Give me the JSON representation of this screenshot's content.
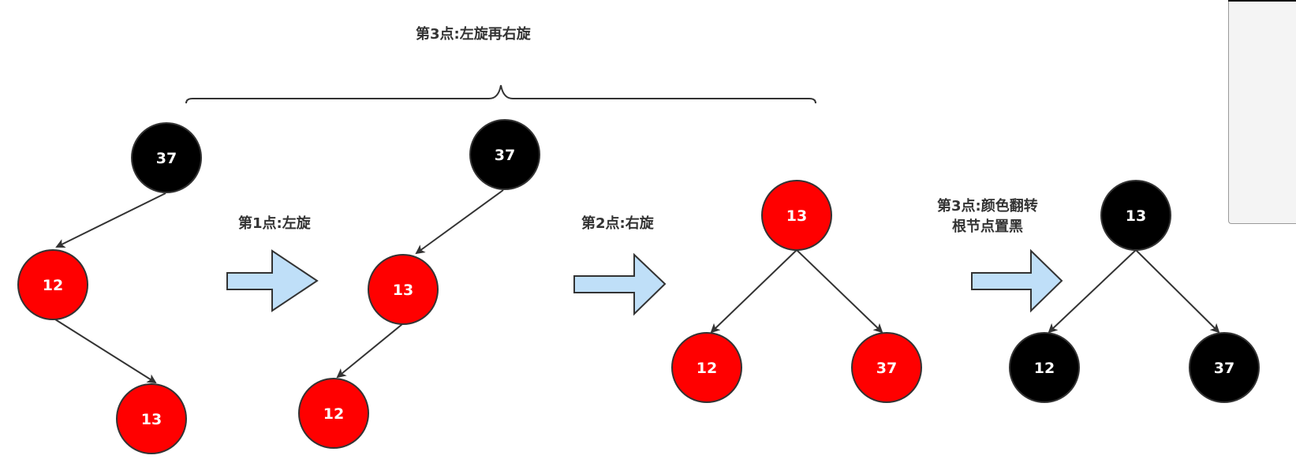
{
  "title": "第3点:左旋再右旋",
  "steps": [
    {
      "label": "第1点:左旋"
    },
    {
      "label": "第2点:右旋"
    },
    {
      "label_line1": "第3点:颜色翻转",
      "label_line2": "根节点置黑"
    }
  ],
  "colors": {
    "red": "#ff0000",
    "black": "#000000",
    "stroke": "#333333",
    "arrow_fill": "#bfdff8"
  },
  "trees": [
    {
      "name": "initial",
      "nodes": [
        {
          "key": "37",
          "color": "black"
        },
        {
          "key": "12",
          "color": "red"
        },
        {
          "key": "13",
          "color": "red"
        }
      ]
    },
    {
      "name": "after-left-rotate",
      "nodes": [
        {
          "key": "37",
          "color": "black"
        },
        {
          "key": "13",
          "color": "red"
        },
        {
          "key": "12",
          "color": "red"
        }
      ]
    },
    {
      "name": "after-right-rotate",
      "nodes": [
        {
          "key": "13",
          "color": "red"
        },
        {
          "key": "12",
          "color": "red"
        },
        {
          "key": "37",
          "color": "red"
        }
      ]
    },
    {
      "name": "after-recolor",
      "nodes": [
        {
          "key": "13",
          "color": "black"
        },
        {
          "key": "12",
          "color": "black"
        },
        {
          "key": "37",
          "color": "black"
        }
      ]
    }
  ]
}
